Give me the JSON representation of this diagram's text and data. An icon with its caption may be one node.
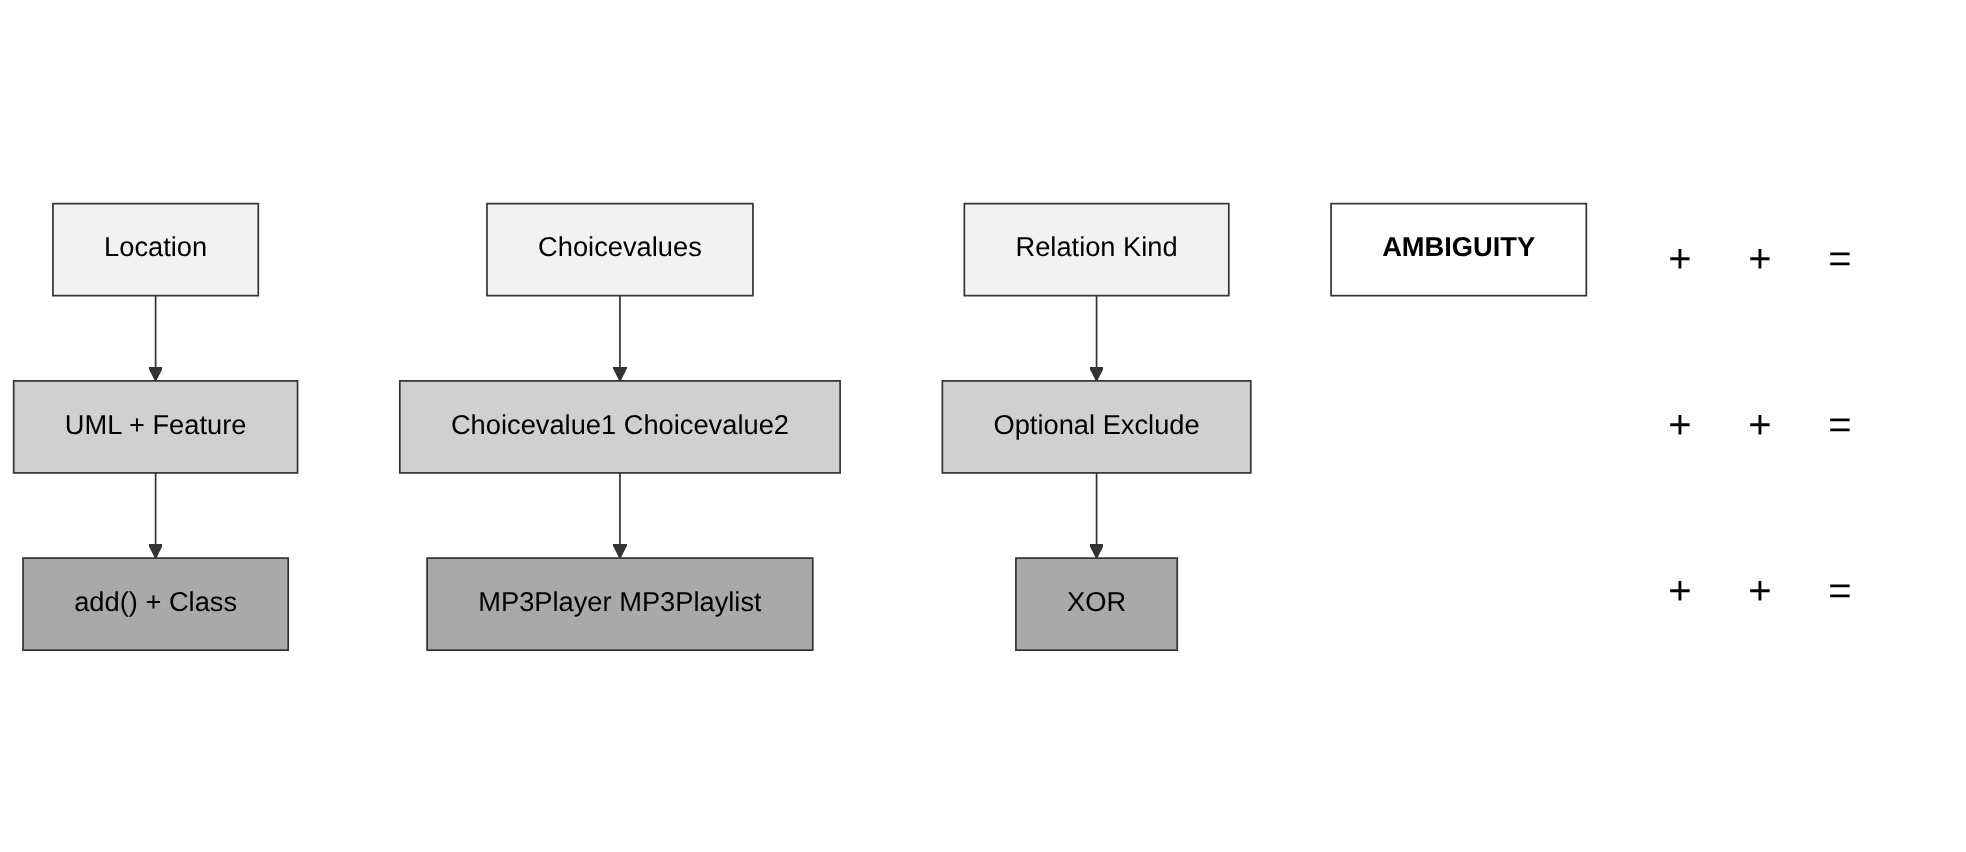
{
  "diagram": {
    "nodes": [
      {
        "text": [
          "Location"
        ]
      },
      {
        "text": [
          "Choicevalues"
        ]
      },
      {
        "text": [
          "Relation Kind"
        ]
      },
      {
        "text": [
          "UML + Feature"
        ]
      },
      {
        "text": [
          "Choicevalue1 Choicevalue2"
        ]
      },
      {
        "text": [
          "Optional Exclude"
        ]
      },
      {
        "text": [
          "add() +  Class"
        ]
      },
      {
        "text": [
          "MP3Player MP3Playlist"
        ]
      },
      {
        "text": [
          "XOR"
        ]
      },
      {
        "text": [
          "AMBIGUITY"
        ]
      }
    ],
    "edges": [
      {
        "from": 0,
        "to": 3,
        "arrow": "to"
      },
      {
        "from": 1,
        "to": 4,
        "arrow": "to"
      },
      {
        "from": 2,
        "to": 5,
        "arrow": "to"
      },
      {
        "from": 3,
        "to": 6,
        "arrow": "to"
      },
      {
        "from": 4,
        "to": 7,
        "arrow": "to"
      },
      {
        "from": 5,
        "to": 8,
        "arrow": "to"
      }
    ],
    "labels": [
      "+",
      "+",
      "=",
      "+",
      "+",
      "=",
      "+",
      "+",
      "="
    ]
  }
}
